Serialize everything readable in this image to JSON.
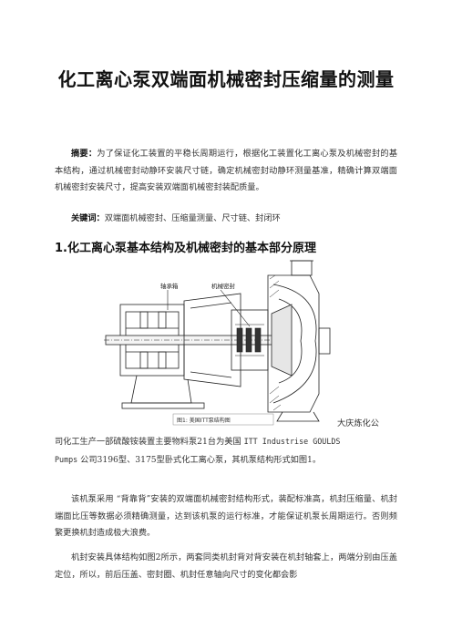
{
  "title": "化工离心泵双端面机械密封压缩量的测量",
  "abstract": {
    "label": "摘要：",
    "text": "为了保证化工装置的平稳长周期运行，根据化工装置化工离心泵及机械密封的基本结构，通过机械密封动静环安装尺寸链，确定机械密封动静环测量基准，精确计算双端面机械密封安装尺寸，提高安装双端面机械密封装配质量。"
  },
  "keywords": {
    "label": "关键词：",
    "text": "双端面机械密封、压缩量测量、尺寸链、封闭环"
  },
  "section1": {
    "heading": "1.化工离心泵基本结构及机械密封的基本部分原理"
  },
  "figure": {
    "label_bearing_box": "轴承箱",
    "label_mech_seal": "机械密封",
    "caption": "图1: 美国ITT泵结构图"
  },
  "para1": {
    "right_text": "大庆炼化公",
    "line2": "司化工生产一部硫酸铵装置主要物料泵21台为美国",
    "itt": "ITT Industrise GOULDS",
    "line3_a": "Pumps",
    "line3_b": "公司3196型、3175型卧式化工离心泵，其机泵结构形式如图1。"
  },
  "para2": {
    "text": "该机泵采用 “背靠背”安装的双端面机械密封结构形式，装配标准高，机封压缩量、机封端面比压等数据必须精确测量，达到该机泵的运行标准，才能保证机泵长周期运行。否则频繁更换机封造成极大浪费。"
  },
  "para3": {
    "text": "机封安装具体结构如图2所示，两套同类机封背对背安装在机封轴套上，两端分别由压盖定位，所以，前后压盖、密封圈、机封任意轴向尺寸的变化都会影"
  }
}
